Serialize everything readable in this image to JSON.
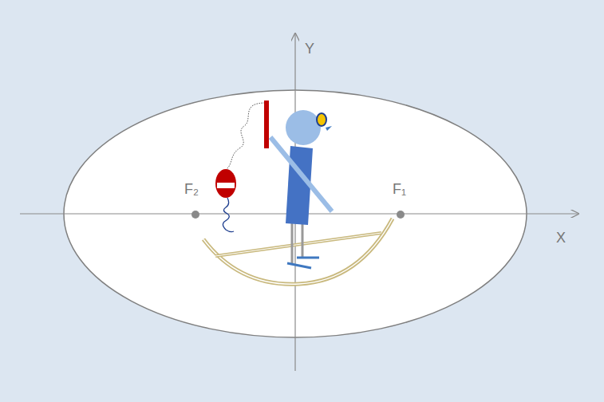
{
  "diagram": {
    "labels": [
      "Y",
      "X",
      "F₂",
      "F₁"
    ]
  }
}
